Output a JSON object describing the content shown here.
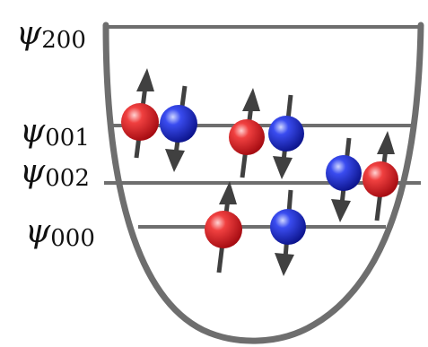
{
  "levels": [
    {
      "symbol": "ψ",
      "index": "200"
    },
    {
      "symbol": "ψ",
      "index": "001"
    },
    {
      "symbol": "ψ",
      "index": "002"
    },
    {
      "symbol": "ψ",
      "index": "000"
    }
  ],
  "colors": {
    "well": "#6e6e6e",
    "level_line": "#6e6e6e",
    "spin_arrow": "#404040",
    "red_particle": "#e8202a",
    "blue_particle": "#1f2fd8"
  },
  "particles": [
    {
      "level_index": "001",
      "color": "red",
      "spin": "up"
    },
    {
      "level_index": "001",
      "color": "blue",
      "spin": "down"
    },
    {
      "level_index": "001",
      "color": "red",
      "spin": "up"
    },
    {
      "level_index": "001",
      "color": "blue",
      "spin": "down"
    },
    {
      "level_index": "002",
      "color": "blue",
      "spin": "down"
    },
    {
      "level_index": "002",
      "color": "red",
      "spin": "up"
    },
    {
      "level_index": "000",
      "color": "red",
      "spin": "up"
    },
    {
      "level_index": "000",
      "color": "blue",
      "spin": "down"
    }
  ]
}
